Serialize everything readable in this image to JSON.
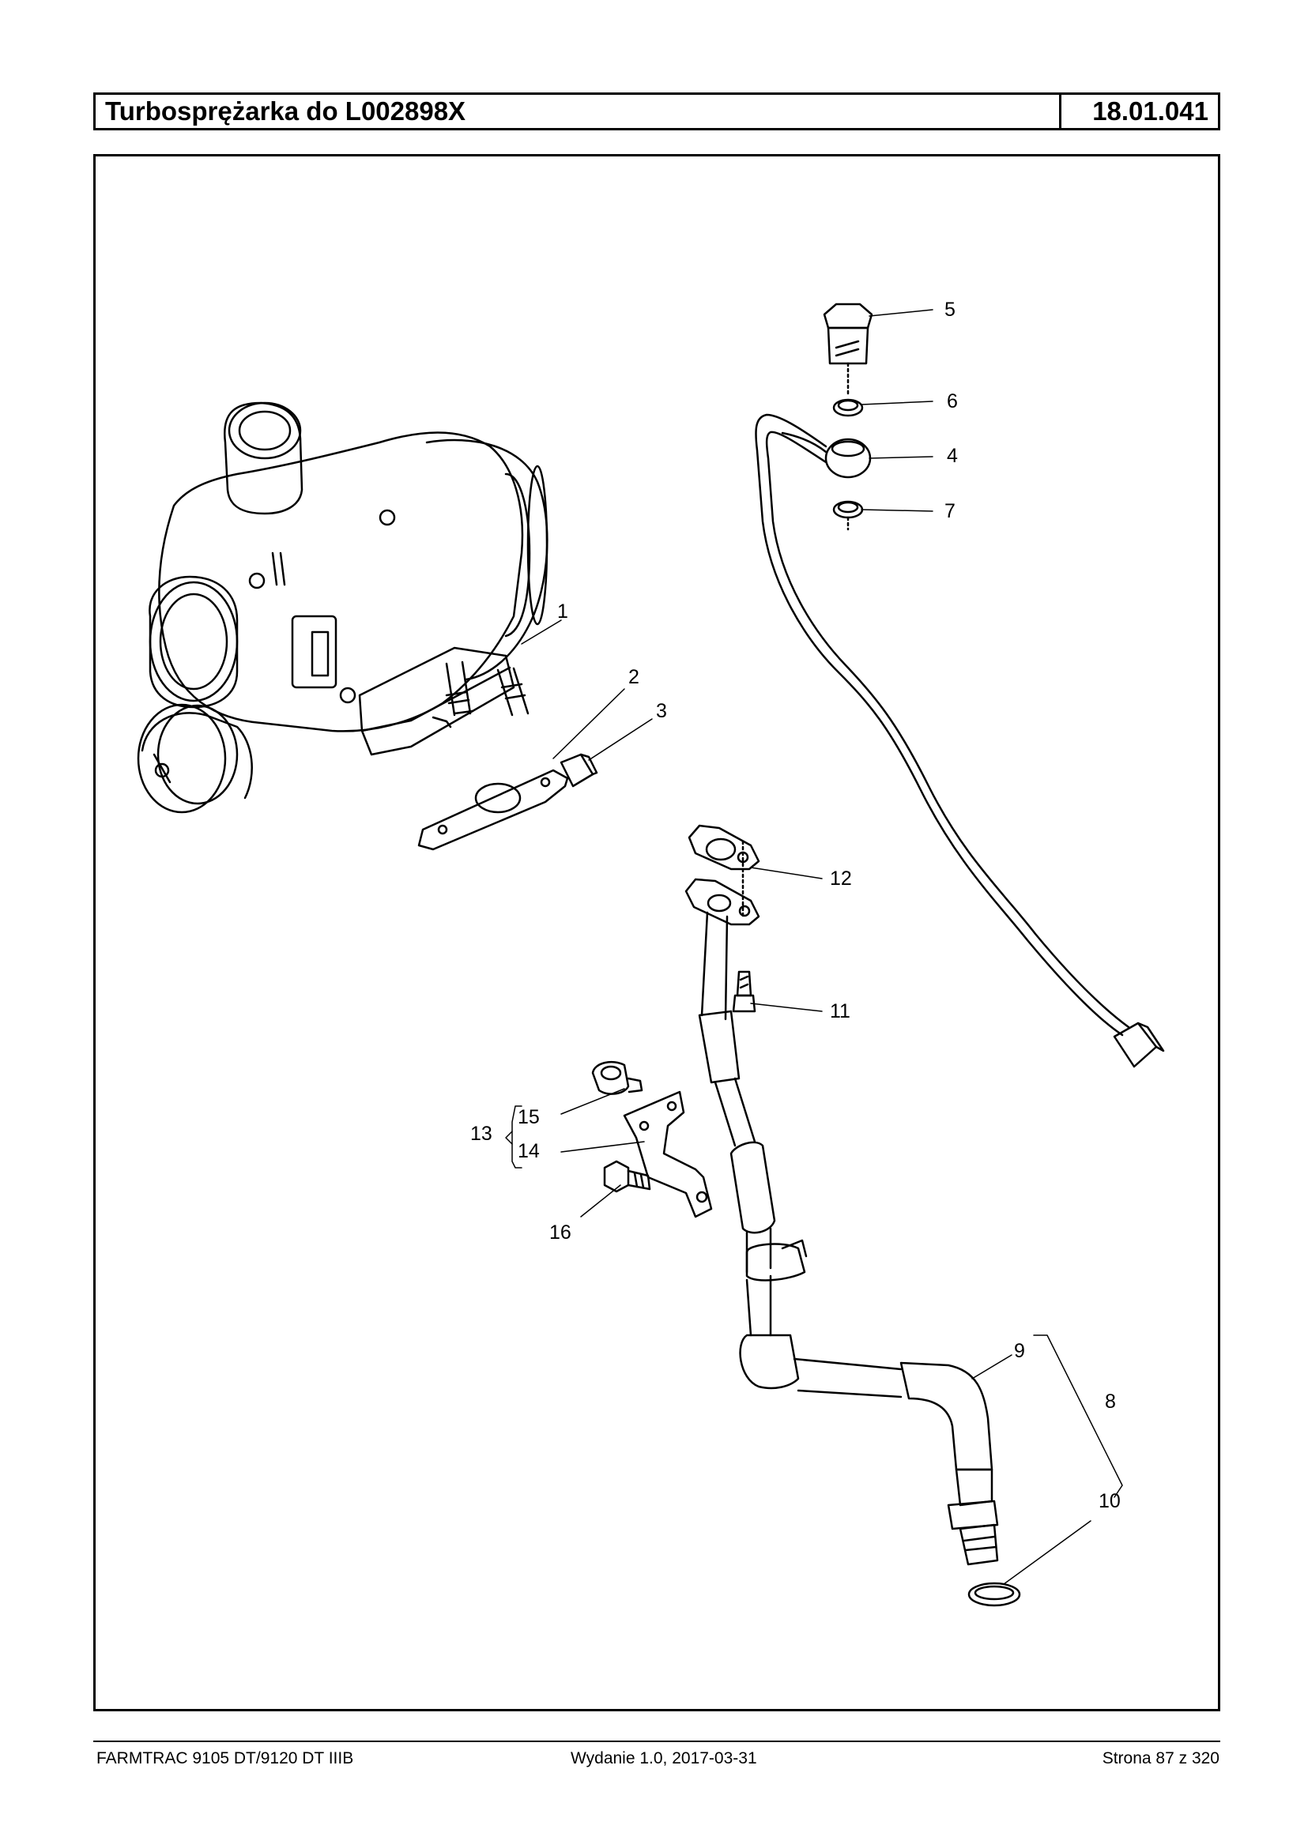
{
  "header": {
    "title": "Turbosprężarka do L002898X",
    "code": "18.01.041"
  },
  "callouts": {
    "c1": "1",
    "c2": "2",
    "c3": "3",
    "c4": "4",
    "c5": "5",
    "c6": "6",
    "c7": "7",
    "c8": "8",
    "c9": "9",
    "c10": "10",
    "c11": "11",
    "c12": "12",
    "c13": "13",
    "c14": "14",
    "c15": "15",
    "c16": "16"
  },
  "footer": {
    "model": "FARMTRAC 9105 DT/9120 DT IIIB",
    "edition": "Wydanie 1.0,  2017-03-31",
    "page": "Strona 87 z 320"
  }
}
